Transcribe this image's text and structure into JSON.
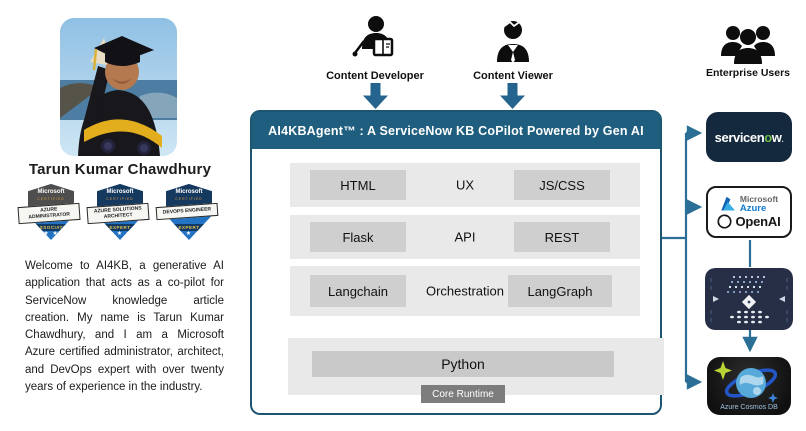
{
  "profile": {
    "name": "Tarun Kumar Chawdhury",
    "bio": "Welcome to AI4KB, a generative AI application that acts as a co-pilot for ServiceNow knowledge article creation. My name is Tarun Kumar Chawdhury, and I am a Microsoft Azure certified administrator, architect, and DevOps expert with over twenty years of experience in the industry.",
    "badges": [
      {
        "brand": "Microsoft",
        "certified": "CERTIFIED",
        "title": "AZURE ADMINISTRATOR",
        "level": "ASSOCIATE",
        "stars": "★ ★"
      },
      {
        "brand": "Microsoft",
        "certified": "CERTIFIED",
        "title": "AZURE SOLUTIONS ARCHITECT",
        "level": "EXPERT",
        "stars": "★ ★ ★"
      },
      {
        "brand": "Microsoft",
        "certified": "CERTIFIED",
        "title": "DEVOPS ENGINEER",
        "level": "EXPERT",
        "stars": "★ ★ ★"
      }
    ]
  },
  "actors": {
    "developer": "Content Developer",
    "viewer": "Content Viewer",
    "enterprise": "Enterprise Users"
  },
  "diagram": {
    "title": "AI4KBAgent™ : A ServiceNow KB CoPilot Powered by Gen AI",
    "layers": [
      {
        "left": "HTML",
        "center": "UX",
        "right": "JS/CSS"
      },
      {
        "left": "Flask",
        "center": "API",
        "right": "REST"
      },
      {
        "left": "Langchain",
        "center": "Orchestration",
        "right": "LangGraph"
      }
    ],
    "runtime": {
      "bar": "Python",
      "badge": "Core Runtime"
    }
  },
  "integrations": {
    "servicenow": {
      "pre": "servicen",
      "o": "o",
      "post": "w",
      "dot": "."
    },
    "azure": {
      "brand": "Microsoft",
      "product": "Azure"
    },
    "openai": {
      "label": "OpenAI"
    },
    "cosmos": {
      "label": "Azure Cosmos DB"
    }
  },
  "colors": {
    "header_teal": "#1f5e7e",
    "connector_blue": "#2b6f96",
    "arrow_blue": "#24648e",
    "band_gray": "#e9e9e9",
    "cell_gray": "#cfcfcf",
    "runtime_badge_gray": "#7d7d7d",
    "servicenow_navy": "#14293e",
    "servicenow_green": "#6ebe4a",
    "azure_blue": "#0f7bd4",
    "badge_blue": "#2273c3",
    "cosmos_sparkle": "#b6d433"
  }
}
